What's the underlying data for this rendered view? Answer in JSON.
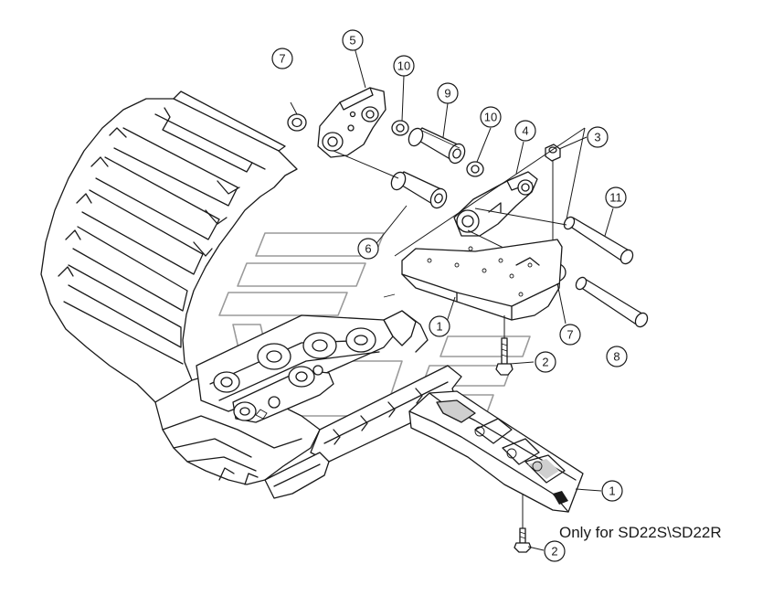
{
  "callouts": [
    {
      "id": "b7a",
      "label": "7"
    },
    {
      "id": "b5",
      "label": "5"
    },
    {
      "id": "b10a",
      "label": "10"
    },
    {
      "id": "b9",
      "label": "9"
    },
    {
      "id": "b10b",
      "label": "10"
    },
    {
      "id": "b4",
      "label": "4"
    },
    {
      "id": "b3",
      "label": "3"
    },
    {
      "id": "b11",
      "label": "11"
    },
    {
      "id": "b6",
      "label": "6"
    },
    {
      "id": "b1a",
      "label": "1"
    },
    {
      "id": "b7b",
      "label": "7"
    },
    {
      "id": "b2a",
      "label": "2"
    },
    {
      "id": "b8",
      "label": "8"
    },
    {
      "id": "b1b",
      "label": "1"
    },
    {
      "id": "b2b",
      "label": "2"
    }
  ],
  "note": "Only for SD22S\\SD22R"
}
